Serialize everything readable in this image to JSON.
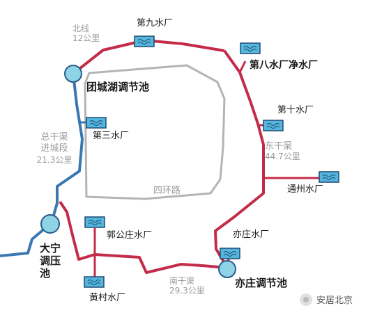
{
  "colors": {
    "red_line": "#c32c48",
    "blue_line": "#3b78b3",
    "ring_road": "#b4b4b4",
    "pool_fill": "#8fd3e6",
    "pool_stroke": "#2a5b8c",
    "plant_fill": "#54b6dc",
    "plant_stroke": "#1f4a75"
  },
  "plants": [
    {
      "name": "第九水厂"
    },
    {
      "name": "第八水厂净水厂"
    },
    {
      "name": "第十水厂"
    },
    {
      "name": "通州水厂"
    },
    {
      "name": "亦庄水厂"
    },
    {
      "name": "黄村水厂"
    },
    {
      "name": "郭公庄水厂"
    },
    {
      "name": "第三水厂"
    }
  ],
  "pools": [
    {
      "name": "团城湖调节池"
    },
    {
      "name": "亦庄调节池"
    },
    {
      "name": "大宁调压池"
    }
  ],
  "canals": {
    "north": {
      "name": "北线",
      "length": "12公里"
    },
    "east": {
      "name": "东干渠",
      "length": "44.7公里"
    },
    "south": {
      "name": "南干渠",
      "length": "29.3公里"
    },
    "main": {
      "name": "总干渠进城段",
      "name_line1": "总干渠",
      "name_line2": "进城段",
      "length": "21.3公里"
    }
  },
  "ring_road": {
    "name": "四环路"
  },
  "watermark": {
    "text": "安居北京"
  }
}
